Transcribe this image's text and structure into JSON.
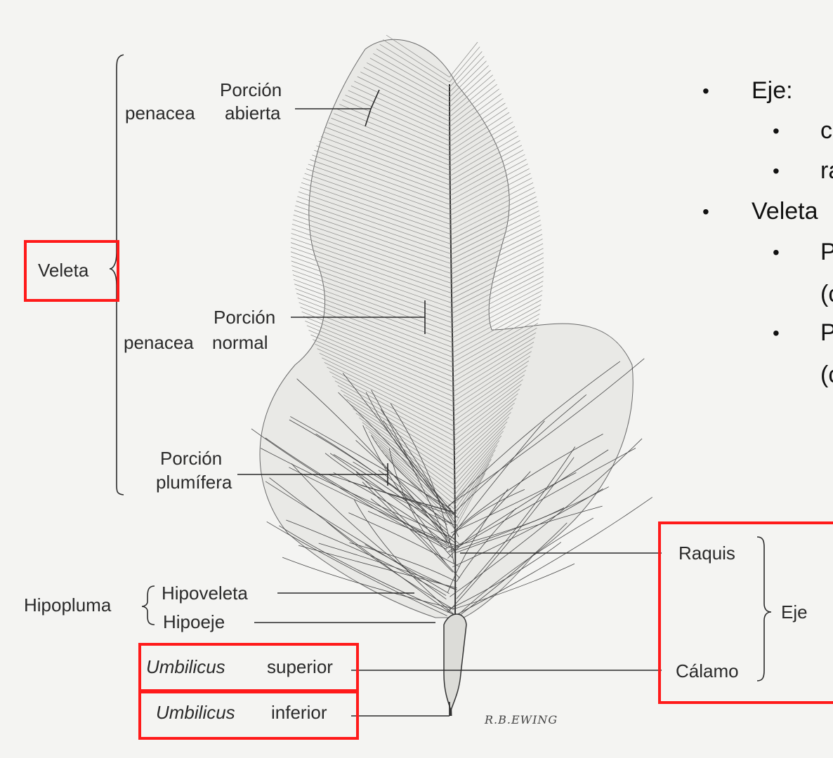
{
  "labels": {
    "porcion_abierta_1": "Porción",
    "porcion_abierta_2a": "penacea",
    "porcion_abierta_2b": "abierta",
    "veleta": "Veleta",
    "porcion_normal_1": "Porción",
    "porcion_normal_2a": "penacea",
    "porcion_normal_2b": "normal",
    "plumifera_1": "Porción",
    "plumifera_2": "plumífera",
    "hipopluma": "Hipopluma",
    "hipoveleta": "Hipoveleta",
    "hipoeje": "Hipoeje",
    "umb_sup_a": "Umbilicus",
    "umb_sup_b": "superior",
    "umb_inf_a": "Umbilicus",
    "umb_inf_b": "inferior",
    "raquis": "Raquis",
    "eje": "Eje",
    "calamo": "Cálamo",
    "signature": "R.B.EWING"
  },
  "bullets": [
    {
      "level": 1,
      "text": "Eje:"
    },
    {
      "level": 2,
      "text": "c"
    },
    {
      "level": 2,
      "text": "ra"
    },
    {
      "level": 1,
      "text": "Veleta"
    },
    {
      "level": 2,
      "text": "P"
    },
    {
      "level": 3,
      "text": "(c"
    },
    {
      "level": 2,
      "text": "P"
    },
    {
      "level": 3,
      "text": "(c"
    }
  ],
  "colors": {
    "highlight": "#ff1a1a",
    "ink": "#2a2a2a",
    "paper": "#f4f4f2"
  }
}
